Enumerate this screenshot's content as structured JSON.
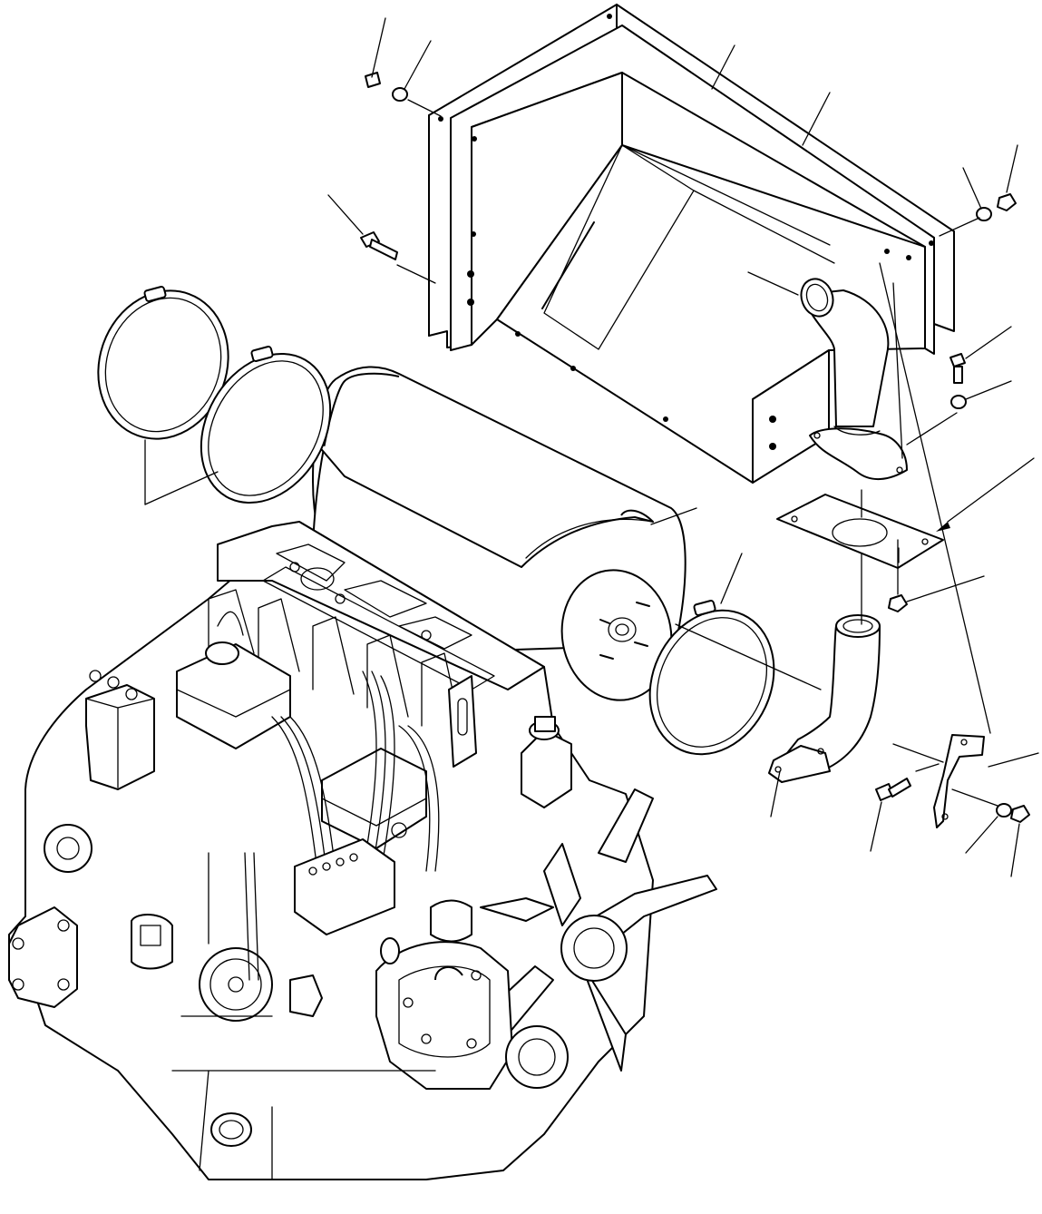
{
  "diagram": {
    "kind": "exploded parts view",
    "colors": {
      "line": "#000000",
      "background": "#ffffff"
    },
    "parts": [
      {
        "id": "heat-shield-outer",
        "icon": "heat-shield"
      },
      {
        "id": "heat-shield-inner",
        "icon": "heat-shield"
      },
      {
        "id": "muffler",
        "icon": "muffler"
      },
      {
        "id": "muffler-band-left",
        "icon": "band-clamp"
      },
      {
        "id": "muffler-band-right",
        "icon": "band-clamp"
      },
      {
        "id": "muffler-band-front",
        "icon": "band-clamp"
      },
      {
        "id": "tail-pipe",
        "icon": "exhaust-pipe"
      },
      {
        "id": "gasket",
        "icon": "gasket"
      },
      {
        "id": "inlet-elbow",
        "icon": "exhaust-elbow"
      },
      {
        "id": "bracket",
        "icon": "bracket"
      },
      {
        "id": "bolts",
        "icon": "bolt"
      },
      {
        "id": "washers",
        "icon": "washer"
      },
      {
        "id": "nuts",
        "icon": "nut"
      },
      {
        "id": "engine",
        "icon": "engine"
      }
    ]
  }
}
